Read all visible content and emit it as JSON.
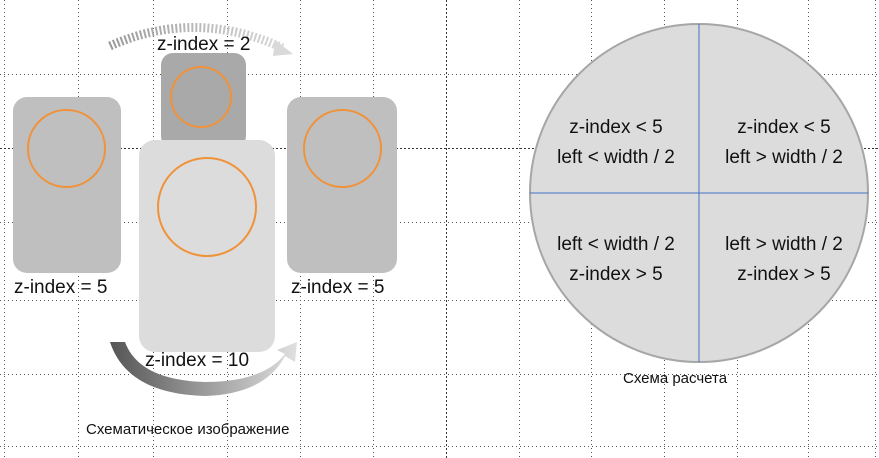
{
  "schematic": {
    "labels": {
      "top": "z-index = 2",
      "left": "z-index = 5",
      "right": "z-index = 5",
      "center": "z-index = 10"
    },
    "caption": "Схематическое изображение"
  },
  "scheme": {
    "quadrants": {
      "top_left": {
        "line1": "z-index < 5",
        "line2": "left < width / 2"
      },
      "top_right": {
        "line1": "z-index < 5",
        "line2": "left > width / 2"
      },
      "bottom_left": {
        "line1": "left < width / 2",
        "line2": "z-index > 5"
      },
      "bottom_right": {
        "line1": "left > width / 2",
        "line2": "z-index > 5"
      }
    },
    "caption": "Схема расчета"
  },
  "colors": {
    "ring": "#F0923A",
    "card_top": "#A9A9A9",
    "card_side": "#BFBFBF",
    "card_center": "#DCDCDC",
    "circle_fill": "#DCDCDC",
    "axis": "#4472C4"
  }
}
